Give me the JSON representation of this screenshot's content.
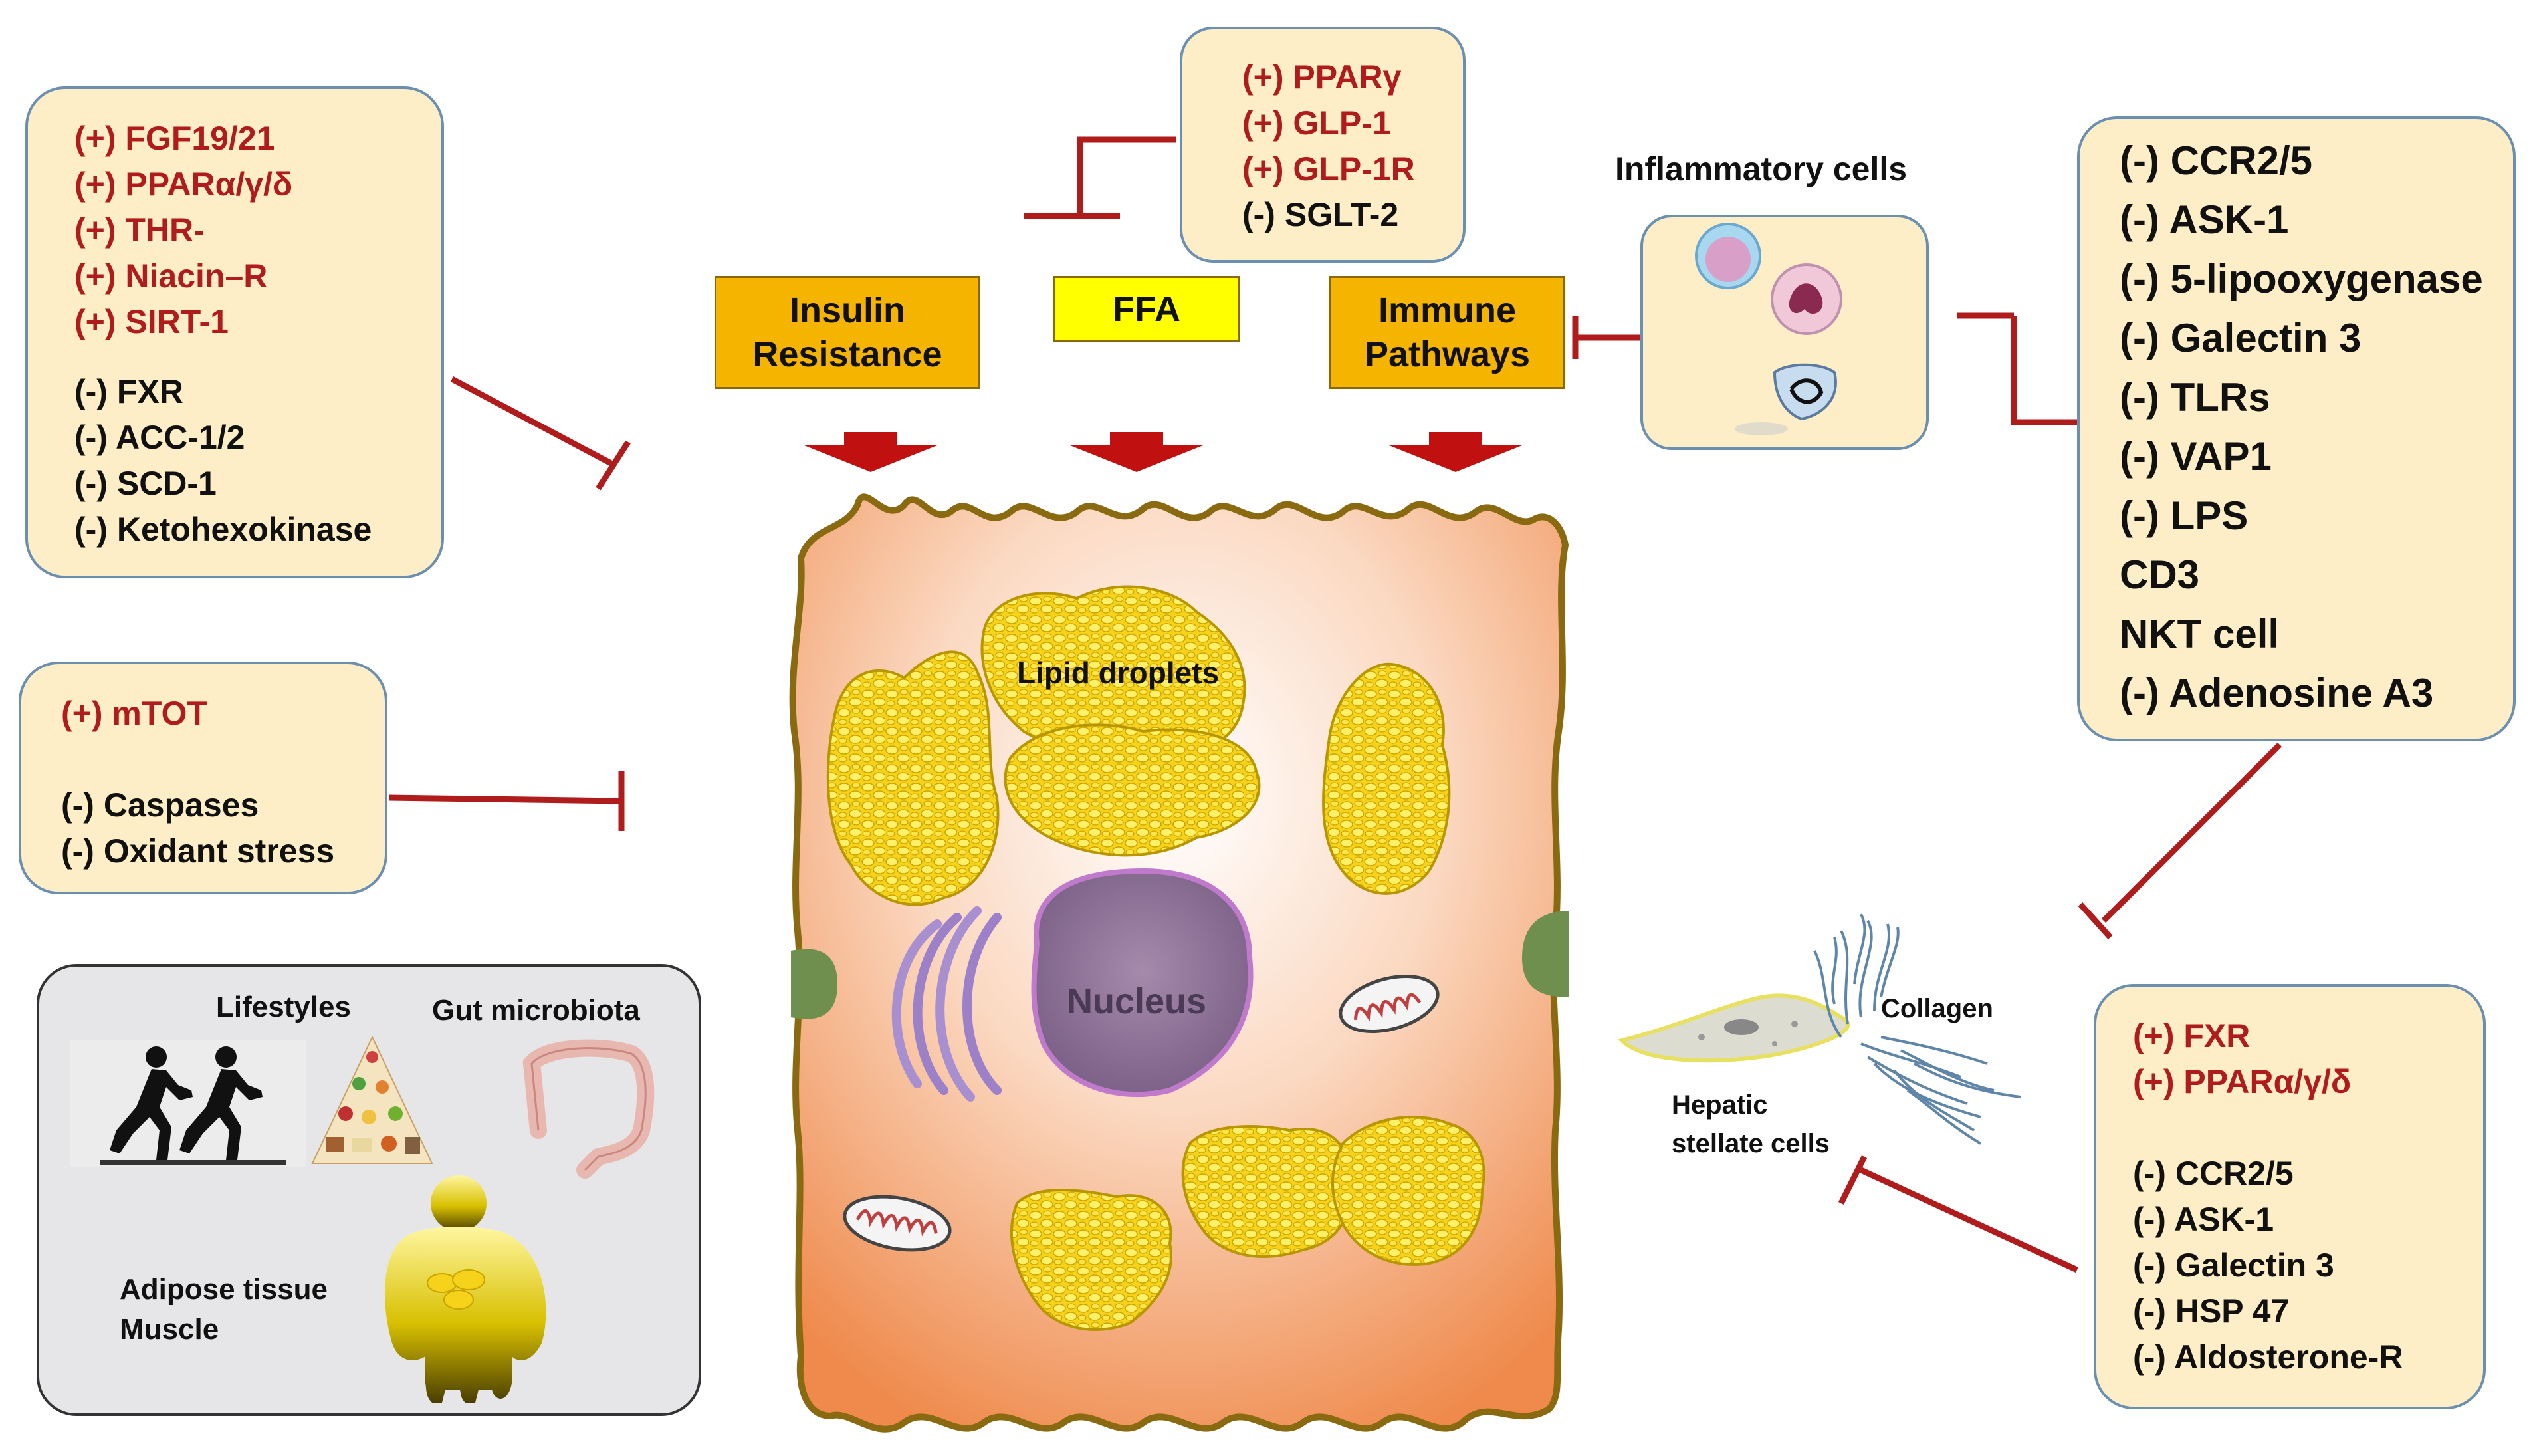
{
  "left_box_1": {
    "positive": [
      "(+) FGF19/21",
      "(+) PPARα/γ/δ",
      "(+) THR-",
      "(+) Niacin–R",
      "(+) SIRT-1"
    ],
    "negative": [
      "(-) FXR",
      "(-) ACC-1/2",
      "(-) SCD-1",
      "(-) Ketohexokinase"
    ]
  },
  "left_box_2": {
    "positive": [
      "(+) mTOT"
    ],
    "negative": [
      "(-) Caspases",
      "(-) Oxidant stress"
    ]
  },
  "top_box": {
    "positive": [
      "(+) PPARγ",
      "(+) GLP-1",
      "(+) GLP-1R"
    ],
    "negative": [
      "(-) SGLT-2"
    ]
  },
  "right_box_1": {
    "items": [
      "(-) CCR2/5",
      "(-) ASK-1",
      "(-) 5-lipooxygenase",
      "(-) Galectin 3",
      "(-) TLRs",
      "(-) VAP1",
      "(-) LPS",
      "CD3",
      "NKT cell",
      "(-) Adenosine A3"
    ]
  },
  "right_box_2": {
    "positive": [
      "(+) FXR",
      "(+) PPARα/γ/δ"
    ],
    "negative": [
      "(-) CCR2/5",
      "(-) ASK-1",
      "(-) Galectin 3",
      "(-) HSP 47",
      "(-) Aldosterone-R"
    ]
  },
  "pathways": {
    "insulin": "Insulin Resistance",
    "ffa": "FFA",
    "immune": "Immune Pathways"
  },
  "labels": {
    "inflammatory_cells": "Inflammatory cells",
    "lipid_droplets": "Lipid droplets",
    "nucleus": "Nucleus",
    "collagen": "Collagen",
    "hepatic_stellate_1": "Hepatic",
    "hepatic_stellate_2": "stellate cells"
  },
  "gray_box": {
    "lifestyles": "Lifestyles",
    "gut_microbiota": "Gut microbiota",
    "adipose": "Adipose tissue",
    "muscle": "Muscle"
  },
  "colors": {
    "inhibit": "#b01c1c",
    "box_fill": "#fdeec8",
    "box_border": "#6b8fb0",
    "pathway_orange": "#f5b400",
    "pathway_yellow": "#ffff00",
    "lipid": "#f7d21a"
  }
}
